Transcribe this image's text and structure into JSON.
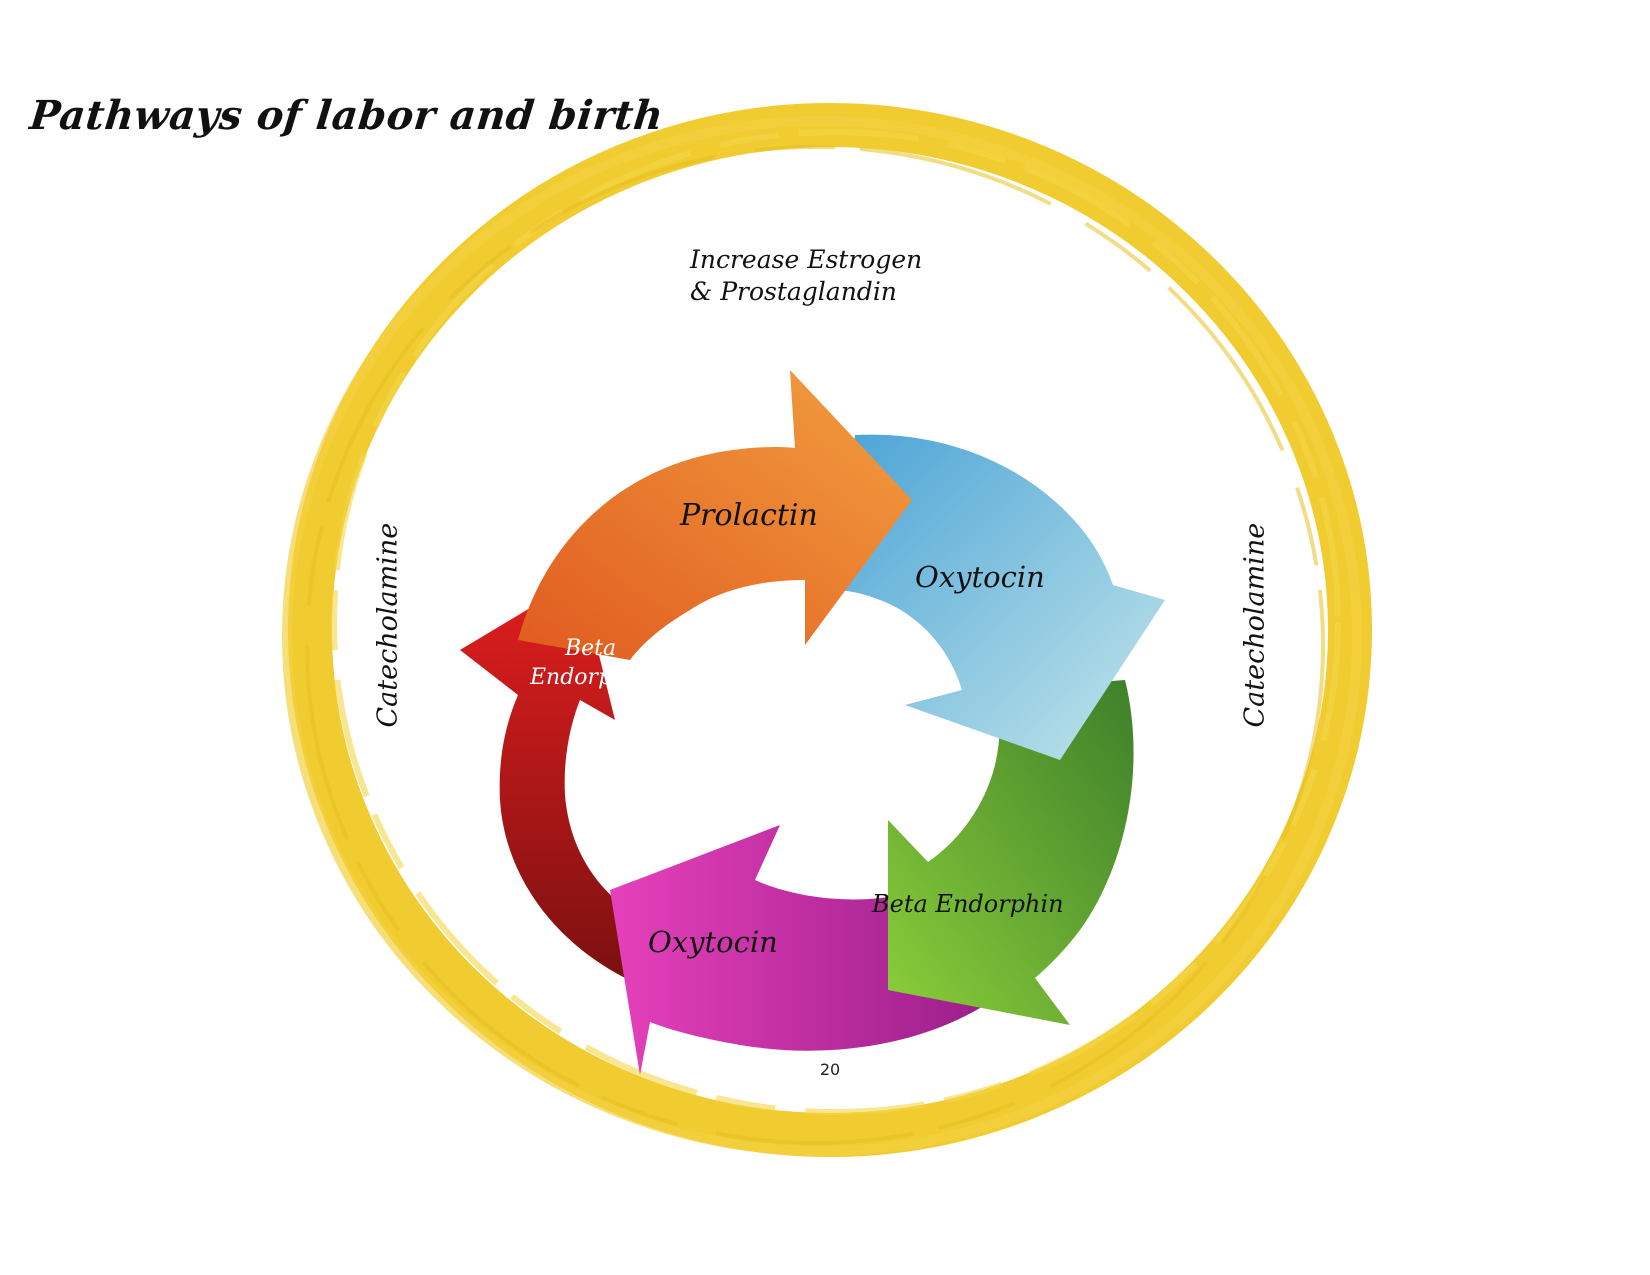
{
  "title": "Pathways of labor and birth",
  "top_label": {
    "line1": "Increase Estrogen",
    "line2": "& Prostaglandin"
  },
  "side_labels": {
    "left": "Catecholamine",
    "right": "Catecholamine"
  },
  "cycle": {
    "arrows": [
      {
        "label": "Prolactin",
        "color_start": "#e05a1f",
        "color_end": "#f29a3a"
      },
      {
        "label": "Oxytocin",
        "color_start": "#4aa3d6",
        "color_end": "#bfe3ea"
      },
      {
        "label": "Beta Endorphin",
        "color_start": "#3e7f2a",
        "color_end": "#86c83a"
      },
      {
        "label": "Oxytocin",
        "color_start": "#9b1f8a",
        "color_end": "#e040b8"
      },
      {
        "label_line1": "Beta",
        "label_line2": "Endorphin",
        "color_start": "#7a1010",
        "color_end": "#e02020"
      }
    ]
  },
  "ring_color": "#f0cc30",
  "page_number": "20"
}
